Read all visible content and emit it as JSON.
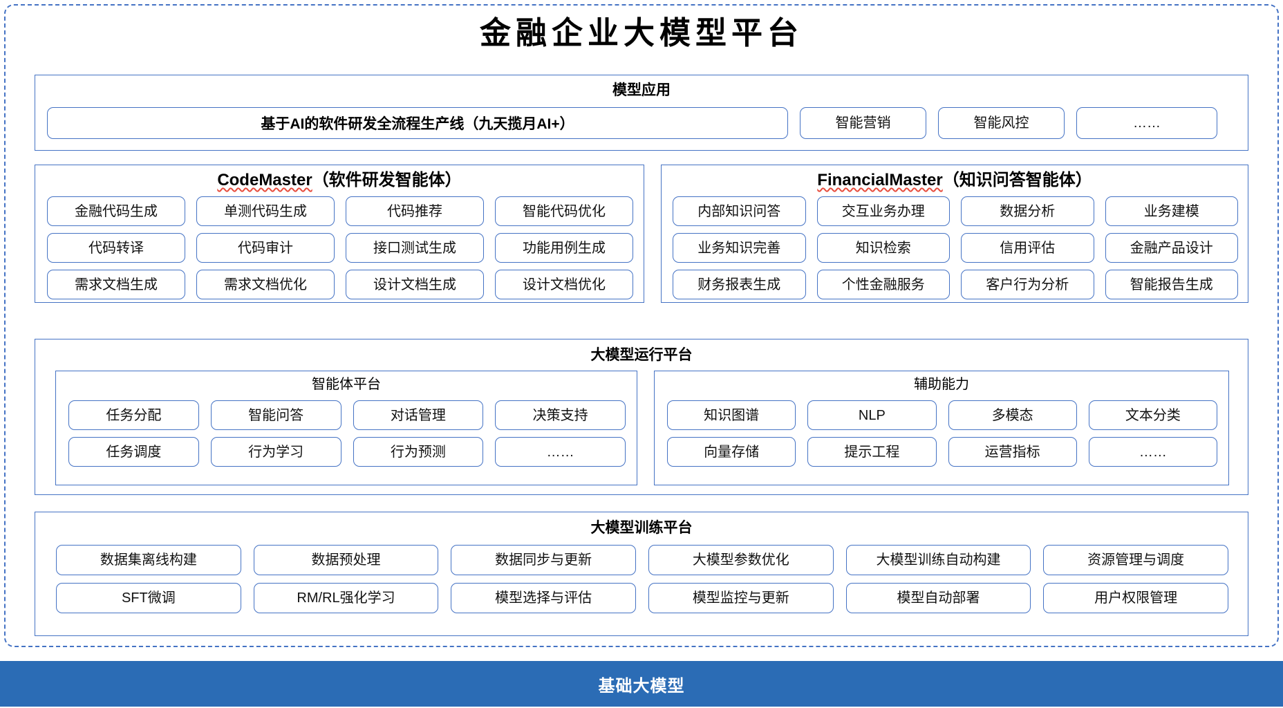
{
  "page": {
    "title": "金融企业大模型平台",
    "accent_color": "#4472c4",
    "band_color": "#2b6cb5",
    "spellcheck_color": "#e74c3c"
  },
  "model_application": {
    "title": "模型应用",
    "pipeline": "基于AI的软件研发全流程生产线（九天揽月AI+）",
    "items": [
      "智能营销",
      "智能风控",
      "……"
    ]
  },
  "code_master": {
    "name": "CodeMaster",
    "suffix": "（软件研发智能体）",
    "items": [
      "金融代码生成",
      "单测代码生成",
      "代码推荐",
      "智能代码优化",
      "代码转译",
      "代码审计",
      "接口测试生成",
      "功能用例生成",
      "需求文档生成",
      "需求文档优化",
      "设计文档生成",
      "设计文档优化"
    ]
  },
  "financial_master": {
    "name": "FinancialMaster",
    "suffix": "（知识问答智能体）",
    "items": [
      "内部知识问答",
      "交互业务办理",
      "数据分析",
      "业务建模",
      "业务知识完善",
      "知识检索",
      "信用评估",
      "金融产品设计",
      "财务报表生成",
      "个性金融服务",
      "客户行为分析",
      "智能报告生成"
    ]
  },
  "runtime_platform": {
    "title": "大模型运行平台",
    "agent_platform": {
      "title": "智能体平台",
      "items": [
        "任务分配",
        "智能问答",
        "对话管理",
        "决策支持",
        "任务调度",
        "行为学习",
        "行为预测",
        "……"
      ]
    },
    "auxiliary": {
      "title": "辅助能力",
      "items": [
        "知识图谱",
        "NLP",
        "多模态",
        "文本分类",
        "向量存储",
        "提示工程",
        "运营指标",
        "……"
      ]
    }
  },
  "training_platform": {
    "title": "大模型训练平台",
    "items": [
      "数据集离线构建",
      "数据预处理",
      "数据同步与更新",
      "大模型参数优化",
      "大模型训练自动构建",
      "资源管理与调度",
      "SFT微调",
      "RM/RL强化学习",
      "模型选择与评估",
      "模型监控与更新",
      "模型自动部署",
      "用户权限管理"
    ]
  },
  "foundation": {
    "label": "基础大模型"
  }
}
